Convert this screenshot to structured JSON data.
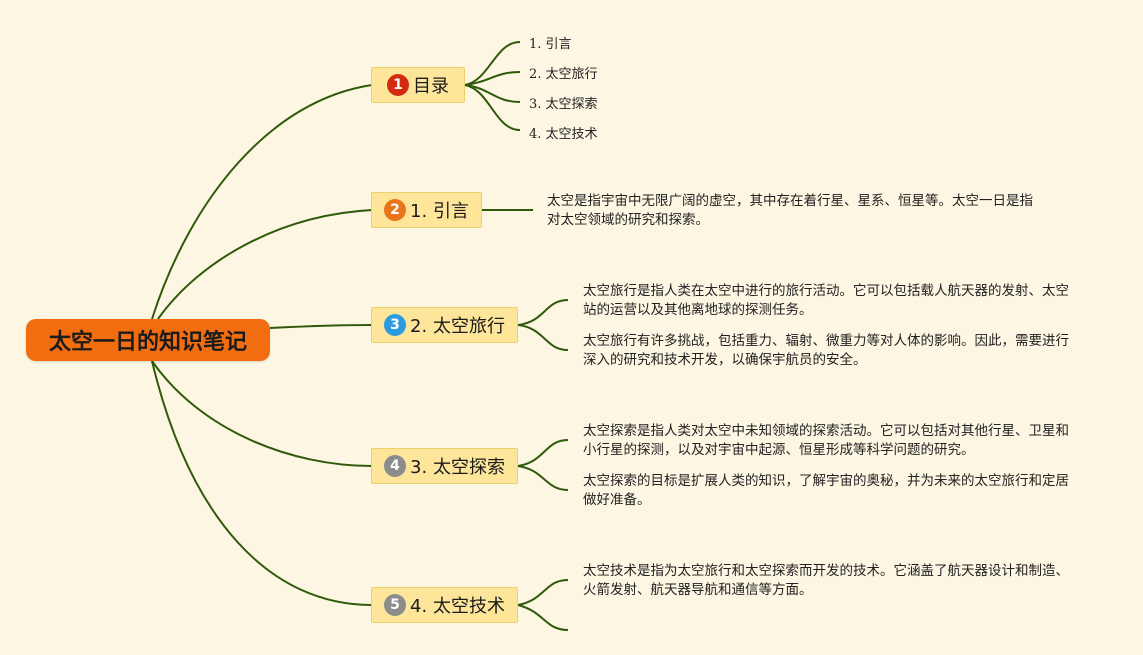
{
  "root": {
    "label": "太空一日的知识笔记",
    "color": "#f26d0f"
  },
  "branches": [
    {
      "number": "1",
      "label": "目录",
      "badge_color": "#d42a10"
    },
    {
      "number": "2",
      "label": "1. 引言",
      "badge_color": "#e8751c"
    },
    {
      "number": "3",
      "label": "2. 太空旅行",
      "badge_color": "#2d9be0"
    },
    {
      "number": "4",
      "label": "3. 太空探索",
      "badge_color": "#8c8c8c"
    },
    {
      "number": "5",
      "label": "4. 太空技术",
      "badge_color": "#8c8c8c"
    }
  ],
  "toc_items": [
    "1. 引言",
    "2. 太空旅行",
    "3. 太空探索",
    "4. 太空技术"
  ],
  "leaves": {
    "intro": [
      "太空是指宇宙中无限广阔的虚空，其中存在着行星、星系、恒星等。太空一日是指对太空领域的研究和探索。"
    ],
    "travel": [
      "太空旅行是指人类在太空中进行的旅行活动。它可以包括载人航天器的发射、太空站的运营以及其他离地球的探测任务。",
      "太空旅行有许多挑战，包括重力、辐射、微重力等对人体的影响。因此，需要进行深入的研究和技术开发，以确保宇航员的安全。"
    ],
    "explore": [
      "太空探索是指人类对太空中未知领域的探索活动。它可以包括对其他行星、卫星和小行星的探测，以及对宇宙中起源、恒星形成等科学问题的研究。",
      "太空探索的目标是扩展人类的知识，了解宇宙的奥秘，并为未来的太空旅行和定居做好准备。"
    ],
    "tech": [
      "太空技术是指为太空旅行和太空探索而开发的技术。它涵盖了航天器设计和制造、火箭发射、航天器导航和通信等方面。"
    ]
  },
  "colors": {
    "background": "#fdf6e3",
    "connector": "#2f5a0a",
    "branch_fill": "#fde59a"
  }
}
